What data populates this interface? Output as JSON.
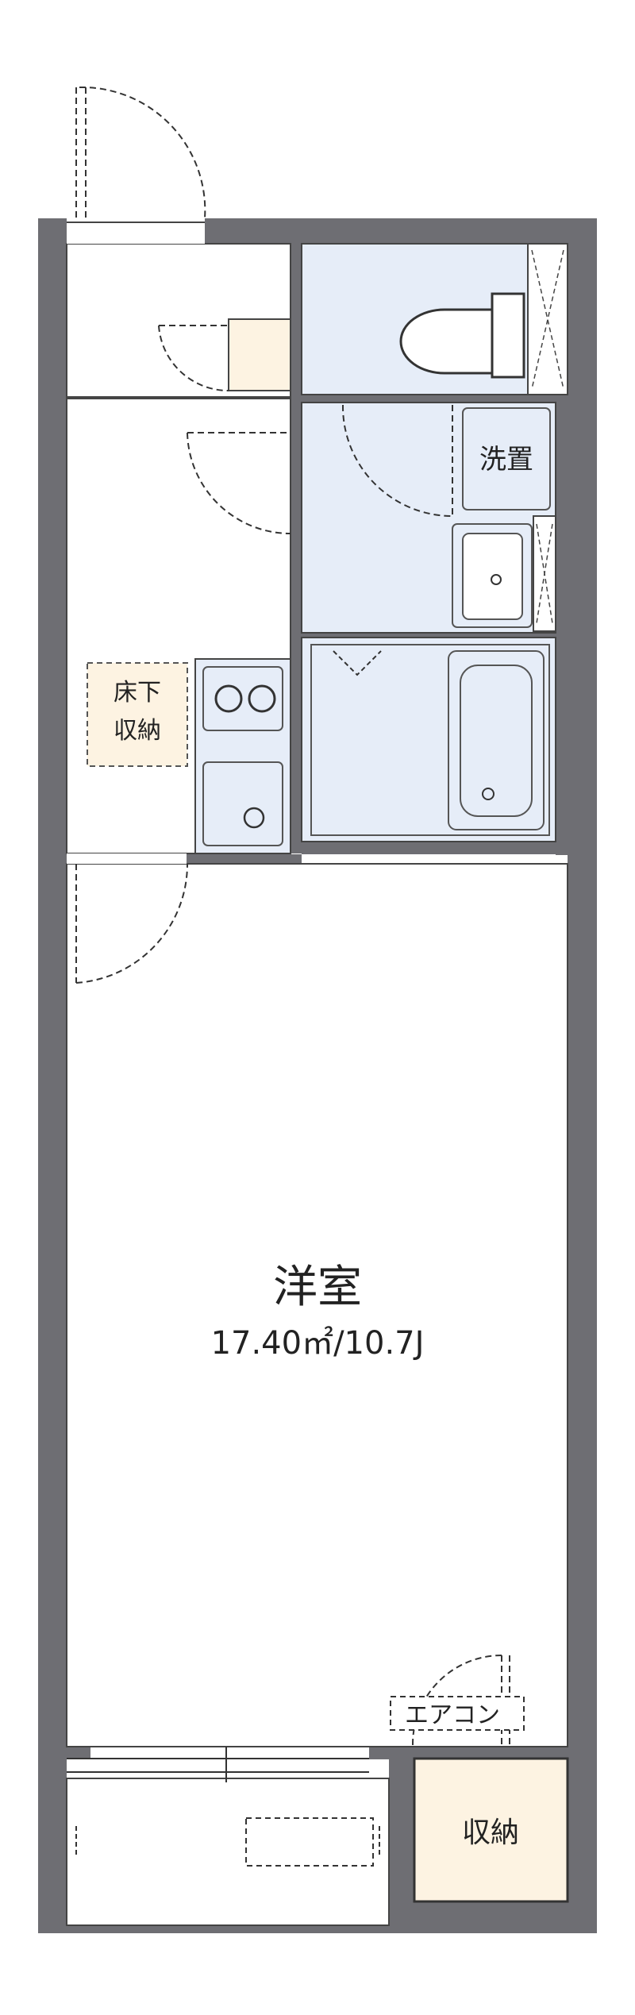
{
  "plan": {
    "main_room": {
      "name": "洋室",
      "area": "17.40㎡/10.7J"
    },
    "washroom": {
      "label": "洗置"
    },
    "underfloor_storage": {
      "line1": "床下",
      "line2": "収納"
    },
    "closet": {
      "label": "収納"
    },
    "aircon": {
      "label": "エアコン"
    }
  },
  "colors": {
    "wall": "#6e6e73",
    "wet_area": "#e6edf8",
    "storage": "#fdf3e2",
    "fixture_line": "#555555",
    "door_dash": "#333333"
  }
}
